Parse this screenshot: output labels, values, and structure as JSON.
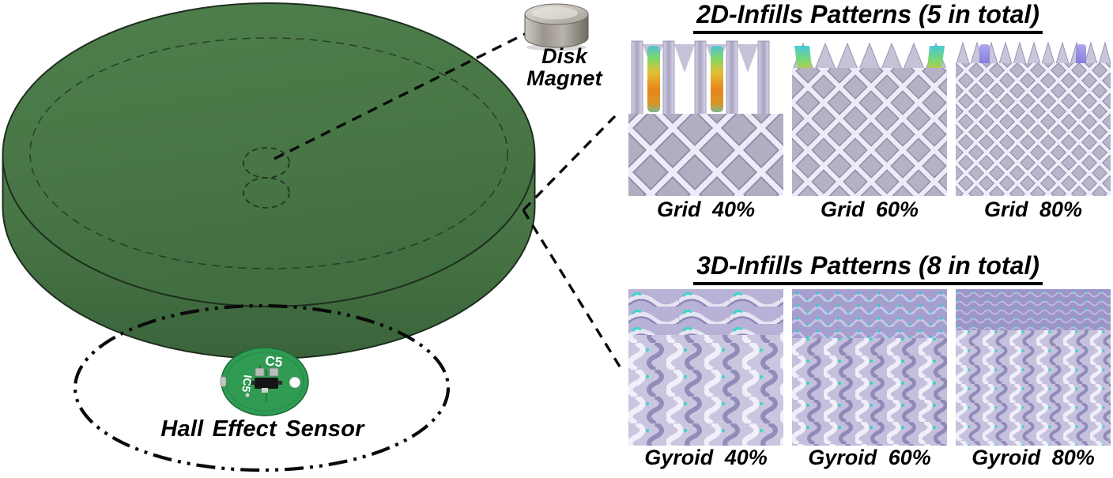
{
  "left": {
    "disk_magnet_label": "Disk Magnet",
    "hall_sensor_label": "Hall Effect Sensor",
    "pcb": {
      "marking_top": "C5",
      "marking_side": "IC5"
    }
  },
  "sections": [
    {
      "title": "2D-Infills Patterns (5 in total)",
      "pattern_type": "grid",
      "items": [
        {
          "label": "Grid 40%",
          "infill_percent": 40
        },
        {
          "label": "Grid 60%",
          "infill_percent": 60
        },
        {
          "label": "Grid 80%",
          "infill_percent": 80
        }
      ]
    },
    {
      "title": "3D-Infills Patterns (8 in total)",
      "pattern_type": "gyroid",
      "items": [
        {
          "label": "Gyroid 40%",
          "infill_percent": 40
        },
        {
          "label": "Gyroid 60%",
          "infill_percent": 60
        },
        {
          "label": "Gyroid 80%",
          "infill_percent": 80
        }
      ]
    }
  ],
  "colors": {
    "disk_green": "#4a7948",
    "disk_side_green": "#3f6a3e",
    "pcb_green": "#2f9b53",
    "lattice_lavender": "#b2aec2",
    "gyroid_lavender": "#c7c3de",
    "accent_cyan": "#3cd8c8",
    "callout_black": "#0a0a0a"
  }
}
